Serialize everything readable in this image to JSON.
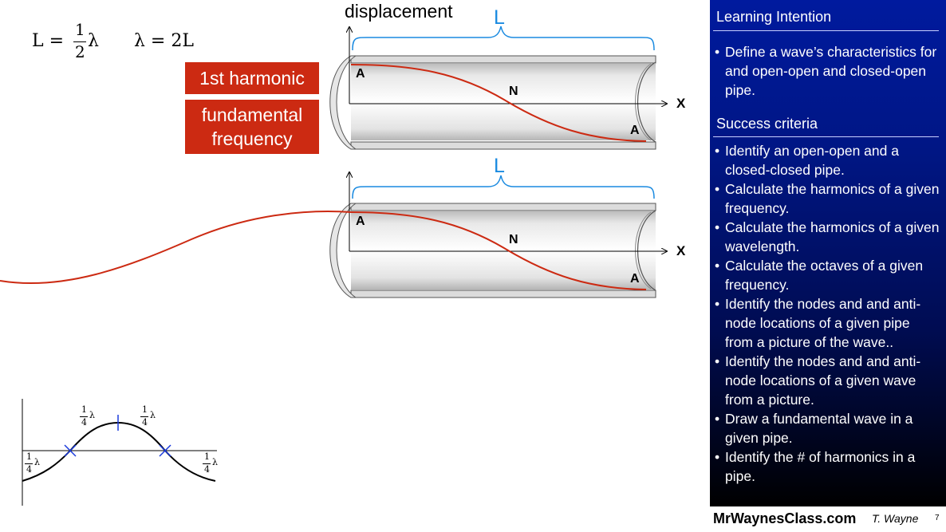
{
  "formula": {
    "left_lhs": "L =",
    "frac_num": "1",
    "frac_den": "2",
    "lambda": "λ",
    "right": "λ = 2L"
  },
  "labels": {
    "harmonic": "1st harmonic",
    "fundamental_line1": "fundamental",
    "fundamental_line2": "frequency"
  },
  "pipe_top": {
    "axis_label": "displacement",
    "length_label": "L",
    "x_label": "X",
    "node_start": "A",
    "node_mid": "N",
    "node_end": "A"
  },
  "pipe_bottom": {
    "length_label": "L",
    "x_label": "X",
    "node_start": "A",
    "node_mid": "N",
    "node_end": "A"
  },
  "quarter_wave": {
    "num": "1",
    "den": "4",
    "lambda": "λ"
  },
  "panel": {
    "learning_title": "Learning Intention",
    "learning_items": [
      "Define a wave’s characteristics for and open-open and closed-open pipe."
    ],
    "success_title": "Success criteria",
    "success_items": [
      "Identify an open-open and a closed-closed pipe.",
      "Calculate the harmonics of a given frequency.",
      "Calculate the harmonics of a given wavelength.",
      "Calculate the octaves of a given frequency.",
      "Identify the nodes and and anti-node locations of a given pipe from a picture of the wave..",
      "Identify the nodes and and anti-node locations of a given wave from a picture.",
      "Draw a fundamental wave in a given pipe.",
      "Identify the # of harmonics in a pipe."
    ]
  },
  "footer": {
    "site": "MrWaynesClass.com",
    "author": "T. Wayne",
    "page": "7"
  },
  "colors": {
    "wave_red": "#cc2a12",
    "brace_blue": "#1a8ae0",
    "tick_blue": "#1a3adc",
    "panel_blue": "#001684"
  }
}
